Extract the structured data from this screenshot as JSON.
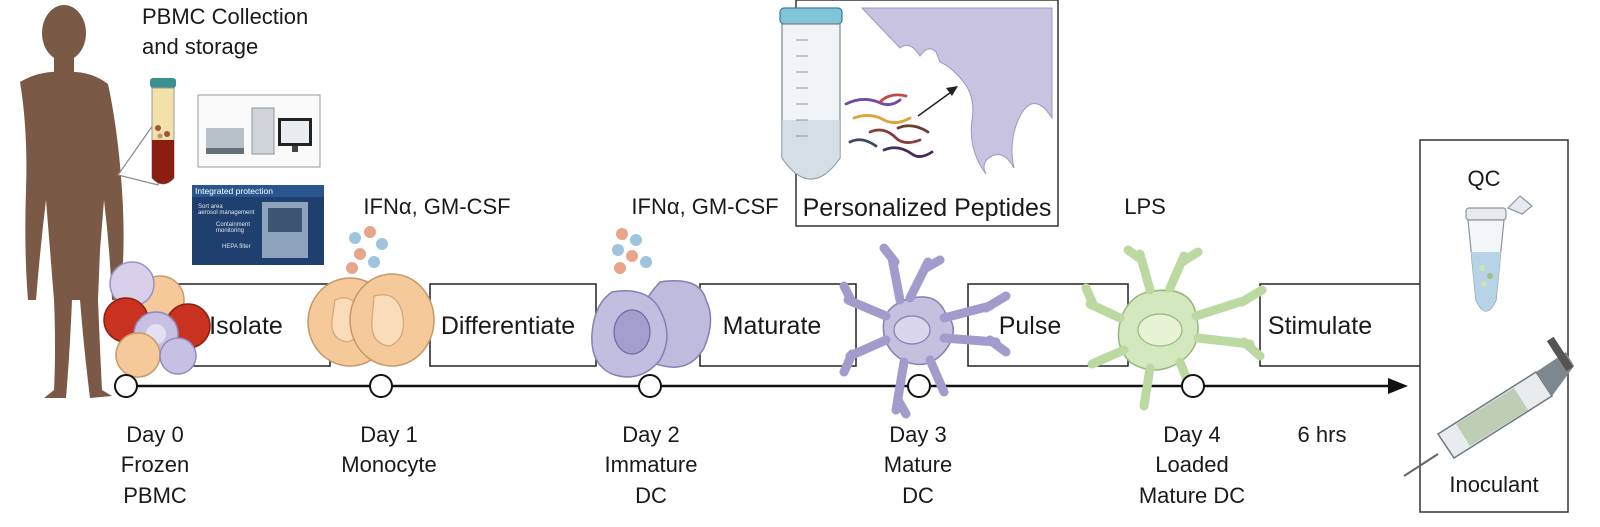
{
  "header": {
    "collection_line1": "PBMC Collection",
    "collection_line2": "and storage"
  },
  "equipment_panel": {
    "title": "Integrated protection",
    "label_1": "Sort area",
    "label_2": "aerosol management",
    "label_3": "Containment",
    "label_4": "monitoring",
    "label_5": "HEPA filter"
  },
  "steps": [
    {
      "label": "Isolate"
    },
    {
      "label": "Differentiate"
    },
    {
      "label": "Maturate"
    },
    {
      "label": "Pulse"
    },
    {
      "label": "Stimulate"
    }
  ],
  "reagents": [
    {
      "label": "IFNα, GM-CSF"
    },
    {
      "label": "IFNα, GM-CSF"
    },
    {
      "label": "LPS"
    }
  ],
  "peptides_box": {
    "label": "Personalized Peptides"
  },
  "timeline": [
    {
      "lines": [
        "Day 0",
        "Frozen",
        "PBMC"
      ]
    },
    {
      "lines": [
        "Day 1",
        "Monocyte"
      ]
    },
    {
      "lines": [
        "Day 2",
        "Immature",
        "DC"
      ]
    },
    {
      "lines": [
        "Day 3",
        "Mature",
        "DC"
      ]
    },
    {
      "lines": [
        "Day 4",
        "Loaded",
        "Mature DC"
      ]
    }
  ],
  "duration": {
    "label": "6 hrs"
  },
  "output_panel": {
    "qc_label": "QC",
    "inoculant_label": "Inoculant"
  },
  "colors": {
    "body": "#7a5a47",
    "pbmc_red": "#c8321e",
    "monocyte": "#f6c99a",
    "dc_purple": "#b8b3d8",
    "loaded_green": "#cfe6b8",
    "peptide_bg": "#c7c3e0",
    "line": "#111111"
  }
}
